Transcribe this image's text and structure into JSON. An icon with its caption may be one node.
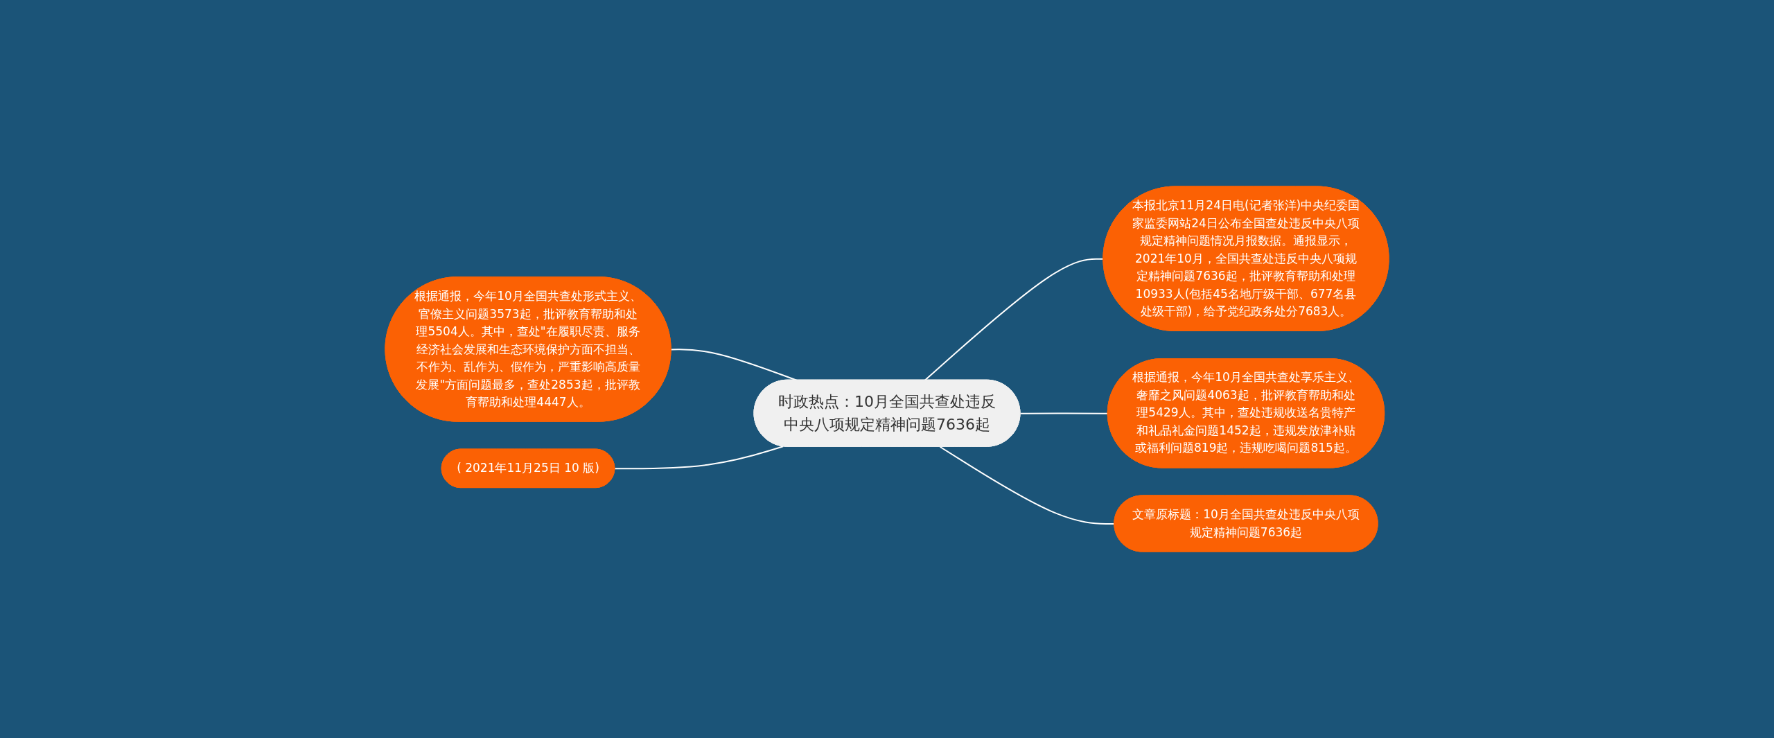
{
  "diagram": {
    "nodes": [
      {
        "text": [
          "时政热点：10月全国共查处违反中央八项规定精神问题7636起"
        ]
      },
      {
        "text": [
          "根据通报，今年10月全国共查处形式主义、官僚主义问题3573起，批评教育帮助和处理5504人。其中，查处\"在履职尽责、服务经济社会发展和生态环境保护方面不担当、不作为、乱作为、假作为，严重影响高质量发展\"方面问题最多，查处2853起，批评教育帮助和处理4447人。"
        ]
      },
      {
        "text": [
          "( 2021年11月25日 10 版)"
        ]
      },
      {
        "text": [
          "本报北京11月24日电(记者张洋)中央纪委国家监委网站24日公布全国查处违反中央八项规定精神问题情况月报数据。通报显示，2021年10月，全国共查处违反中央八项规定精神问题7636起，批评教育帮助和处理10933人(包括45名地厅级干部、677名县处级干部)，给予党纪政务处分7683人。"
        ]
      },
      {
        "text": [
          "根据通报，今年10月全国共查处享乐主义、奢靡之风问题4063起，批评教育帮助和处理5429人。其中，查处违规收送名贵特产和礼品礼金问题1452起，违规发放津补贴或福利问题819起，违规吃喝问题815起。"
        ]
      },
      {
        "text": [
          "文章原标题：10月全国共查处违反中央八项规定精神问题7636起"
        ]
      }
    ],
    "edges": [
      {
        "from": 1,
        "to": 0,
        "arrow": "none"
      },
      {
        "from": 2,
        "to": 0,
        "arrow": "none"
      },
      {
        "from": 0,
        "to": 3,
        "arrow": "none"
      },
      {
        "from": 0,
        "to": 4,
        "arrow": "none"
      },
      {
        "from": 0,
        "to": 5,
        "arrow": "none"
      }
    ]
  }
}
